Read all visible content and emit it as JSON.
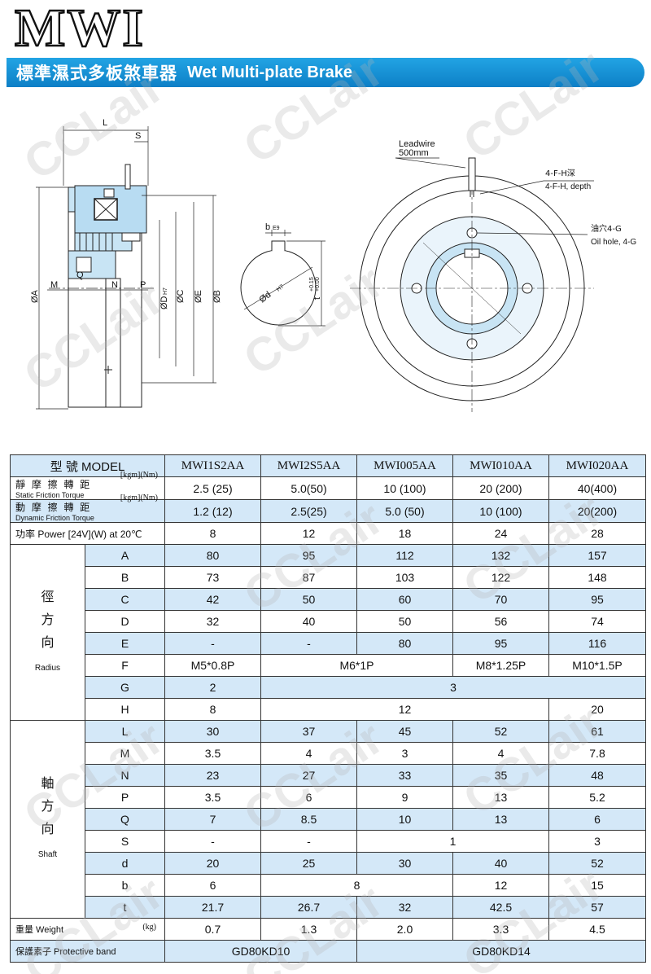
{
  "header": {
    "logo_text": "MWI",
    "title_zh": "標準濕式多板煞車器",
    "title_en": "Wet Multi-plate Brake",
    "watermark": "CCLair"
  },
  "drawing": {
    "dims_side": [
      "L",
      "S",
      "ØA",
      "M",
      "Q",
      "N",
      "P",
      "ØD",
      "H7",
      "ØC",
      "ØE",
      "ØB"
    ],
    "keyway": {
      "b": "b",
      "b_tol": "E9",
      "d": "Ød",
      "d_tol": "H7",
      "t": "t",
      "t_tol_upper": "+0.15",
      "t_tol_lower": "+0.00"
    },
    "leadwire_label": "Leadwire",
    "leadwire_length": "500mm",
    "tapped_hole_zh": "4-F-H深",
    "tapped_hole_en": "4-F-H, depth",
    "oil_hole_zh": "油穴4-G",
    "oil_hole_en": "Oil hole, 4-G"
  },
  "table": {
    "model_label": "型 號 MODEL",
    "models": [
      "MWI1S2AA",
      "MWI2S5AA",
      "MWI005AA",
      "MWI010AA",
      "MWI020AA"
    ],
    "static_torque": {
      "zh": "靜 摩 擦 轉 距",
      "en": "Static Friction Torque",
      "unit": "[kgm](Nm)",
      "values": [
        "2.5 (25)",
        "5.0(50)",
        "10 (100)",
        "20 (200)",
        "40(400)"
      ]
    },
    "dynamic_torque": {
      "zh": "動 摩 擦 轉 距",
      "en": "Dynamic Friction Torque",
      "unit": "[kgm](Nm)",
      "values": [
        "1.2 (12)",
        "2.5(25)",
        "5.0 (50)",
        "10 (100)",
        "20(200)"
      ]
    },
    "power": {
      "label": "功率 Power   [24V](W) at 20℃",
      "values": [
        "8",
        "12",
        "18",
        "24",
        "28"
      ]
    },
    "radius_group": {
      "zh": [
        "徑",
        "方",
        "向"
      ],
      "en": "Radius"
    },
    "shaft_group": {
      "zh": [
        "軸",
        "方",
        "向"
      ],
      "en": "Shaft"
    },
    "radius_rows": [
      {
        "key": "A",
        "cells": [
          "80",
          "95",
          "112",
          "132",
          "157"
        ]
      },
      {
        "key": "B",
        "cells": [
          "73",
          "87",
          "103",
          "122",
          "148"
        ]
      },
      {
        "key": "C",
        "cells": [
          "42",
          "50",
          "60",
          "70",
          "95"
        ]
      },
      {
        "key": "D",
        "cells": [
          "32",
          "40",
          "50",
          "56",
          "74"
        ]
      },
      {
        "key": "E",
        "cells": [
          "-",
          "-",
          "80",
          "95",
          "116"
        ]
      },
      {
        "key": "F",
        "cells": [
          "M5*0.8P",
          "M6*1P",
          "M8*1.25P",
          "M10*1.5P"
        ]
      },
      {
        "key": "G",
        "cells": [
          "2",
          "3"
        ]
      },
      {
        "key": "H",
        "cells": [
          "8",
          "12",
          "20"
        ]
      }
    ],
    "shaft_rows": [
      {
        "key": "L",
        "cells": [
          "30",
          "37",
          "45",
          "52",
          "61"
        ]
      },
      {
        "key": "M",
        "cells": [
          "3.5",
          "4",
          "3",
          "4",
          "7.8"
        ]
      },
      {
        "key": "N",
        "cells": [
          "23",
          "27",
          "33",
          "35",
          "48"
        ]
      },
      {
        "key": "P",
        "cells": [
          "3.5",
          "6",
          "9",
          "13",
          "5.2"
        ]
      },
      {
        "key": "Q",
        "cells": [
          "7",
          "8.5",
          "10",
          "13",
          "6"
        ]
      },
      {
        "key": "S",
        "cells": [
          "-",
          "-",
          "1",
          "3"
        ]
      },
      {
        "key": "d",
        "cells": [
          "20",
          "25",
          "30",
          "40",
          "52"
        ]
      },
      {
        "key": "b",
        "cells": [
          "6",
          "8",
          "12",
          "15"
        ]
      },
      {
        "key": "t",
        "cells": [
          "21.7",
          "26.7",
          "32",
          "42.5",
          "57"
        ]
      }
    ],
    "weight": {
      "label": "重量 Weight",
      "unit": "(kg)",
      "values": [
        "0.7",
        "1.3",
        "2.0",
        "3.3",
        "4.5"
      ]
    },
    "protective": {
      "label": "保護素子 Protective band",
      "values": [
        "GD80KD10",
        "GD80KD14"
      ]
    }
  }
}
